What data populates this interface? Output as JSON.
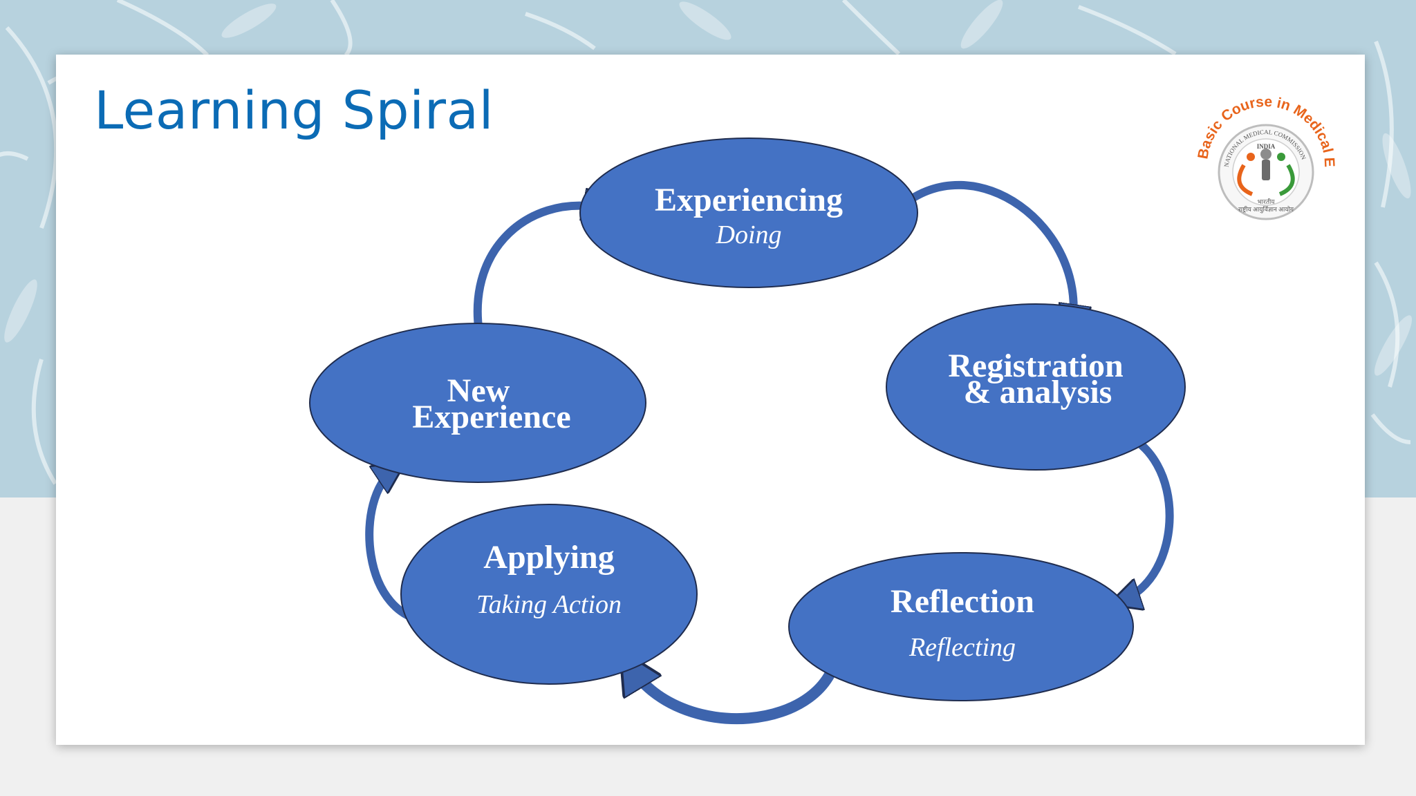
{
  "slide": {
    "title": "Learning Spiral"
  },
  "diagram": {
    "nodes": [
      {
        "id": "experiencing",
        "title": "Experiencing",
        "subtitle": "Doing"
      },
      {
        "id": "registration",
        "title_lines": [
          "Registration",
          "& analysis"
        ]
      },
      {
        "id": "reflection",
        "title": "Reflection",
        "subtitle": "Reflecting"
      },
      {
        "id": "applying",
        "title": "Applying",
        "subtitle": "Taking Action"
      },
      {
        "id": "new-experience",
        "title_lines": [
          "New",
          "Experience"
        ]
      }
    ],
    "edges": [
      {
        "from": "experiencing",
        "to": "registration"
      },
      {
        "from": "registration",
        "to": "reflection"
      },
      {
        "from": "reflection",
        "to": "applying"
      },
      {
        "from": "applying",
        "to": "new-experience"
      },
      {
        "from": "new-experience",
        "to": "experiencing"
      }
    ]
  },
  "logo": {
    "arc_text": "Basic Course in Medical Education",
    "ring_text": "NATIONAL MEDICAL COMMISSION",
    "country": "INDIA",
    "hindi_line_1": "भारतीय",
    "hindi_line_2": "राष्ट्रीय आयुर्विज्ञान आयोग"
  },
  "colors": {
    "title": "#0b6bb5",
    "node_fill": "#4472c4",
    "node_stroke": "#1f2c4e",
    "arrow_fill": "#3d64ad",
    "background_band": "#b7d2de",
    "logo_orange": "#e8641b",
    "logo_green": "#3a9a3a"
  }
}
